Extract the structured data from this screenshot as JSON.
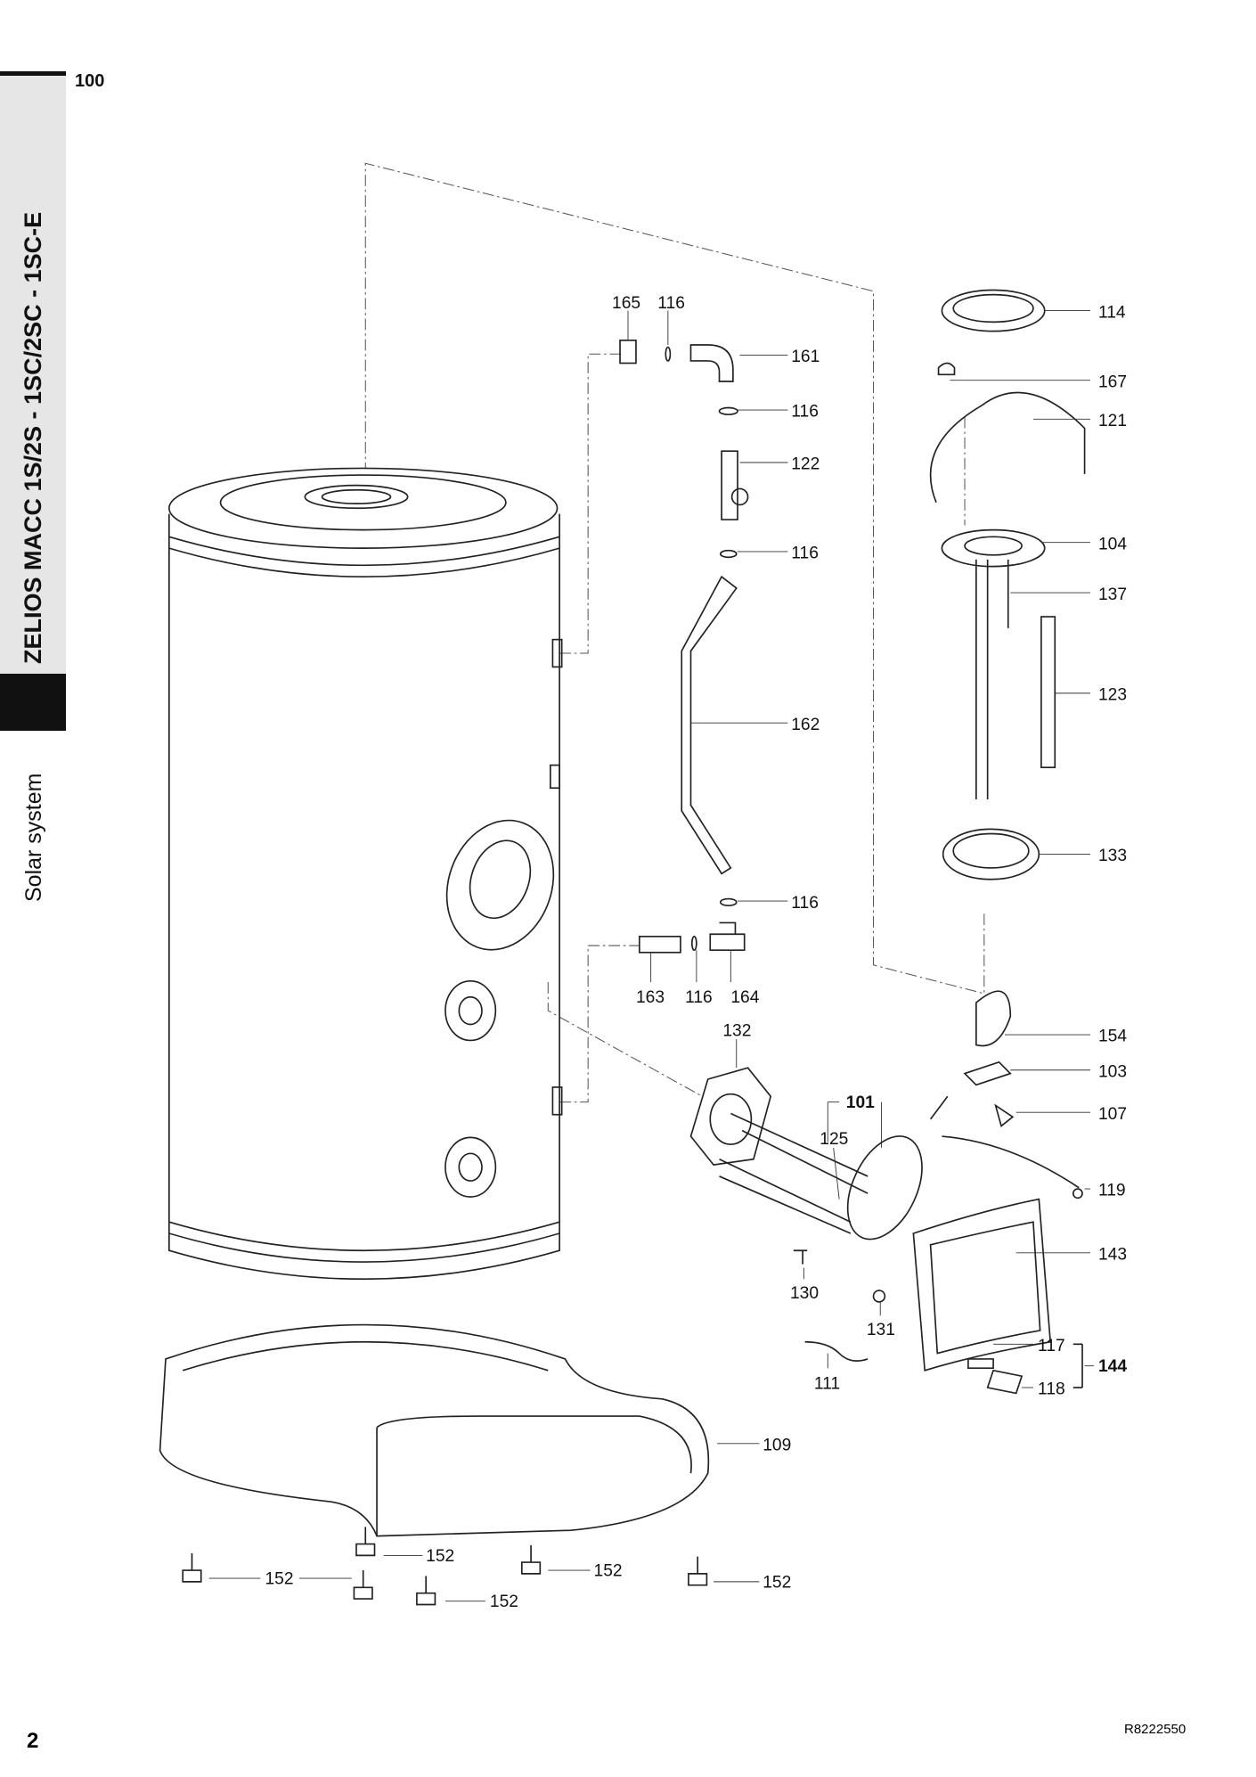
{
  "header": {
    "section": "100",
    "title": "ZELIOS MACC 1S/2S - 1SC/2SC - 1SC-E",
    "subtitle": "Solar system"
  },
  "footer": {
    "page": "2",
    "reference": "R8222550"
  },
  "labels": [
    "114",
    "167",
    "121",
    "104",
    "137",
    "123",
    "133",
    "154",
    "103",
    "107",
    "119",
    "143",
    "117",
    "144",
    "118",
    "161",
    "116",
    "122",
    "116",
    "162",
    "116",
    "165",
    "116",
    "163",
    "116",
    "164",
    "132",
    "101",
    "125",
    "130",
    "131",
    "111",
    "109",
    "152",
    "152",
    "152",
    "152",
    "152"
  ]
}
